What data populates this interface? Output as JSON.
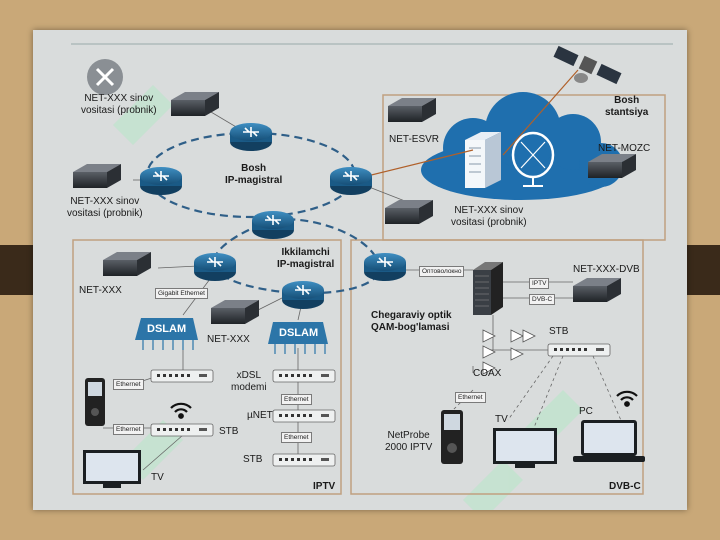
{
  "colors": {
    "background": "#c9a878",
    "panel": "#d9dcdc",
    "router_blue": "#1d6a9a",
    "cloud_blue": "#1f6fae",
    "dashed_link": "#2f5f88",
    "uplink_orange": "#b0602a",
    "watermark": "#b6e8c8"
  },
  "labels": {
    "net_xxx_sinov_top": "NET-XXX sinov\nvositasi (probnik)",
    "net_xxx_sinov_left": "NET-XXX sinov\nvositasi (probnik)",
    "net_xxx_sinov_right": "NET-XXX sinov\nvositasi (probnik)",
    "bosh_ip": "Bosh\nIP-magistral",
    "bosh_stantsiya": "Bosh\nstantsiya",
    "net_esvr": "NET-ESVR",
    "net_mozc": "NET-MOZC",
    "ikkilamchi": "Ikkilamchi\nIP-magistral",
    "net_xxx_left": "NET-XXX",
    "net_xxx_mid": "NET-XXX",
    "gigabit_ethernet": "Gigabit Ethernet",
    "dslam1": "DSLAM",
    "dslam2": "DSLAM",
    "ethernet1": "Ethernet",
    "ethernet2": "Ethernet",
    "ethernet3": "Ethernet",
    "ethernet4": "Ethernet",
    "ethernet5": "Ethernet",
    "xdsl_modem": "xDSL\nmodemi",
    "unet": "µNET",
    "stb_left": "STB",
    "stb_mid": "STB",
    "stb_right": "STB",
    "tv_left": "TV",
    "tv_right": "TV",
    "pc": "PC",
    "iptv": "IPTV",
    "dvbc": "DVB-C",
    "optovolokno": "Оптоволокно",
    "chegaraviy": "Chegaraviy optik\nQAM-bog'lamasi",
    "net_xxx_dvb": "NET-XXX-DVB",
    "iptv_tag": "IPTV",
    "dvbc_tag": "DVB-C",
    "coax": "COAX",
    "netprobe": "NetProbe\n2000 IPTV"
  }
}
